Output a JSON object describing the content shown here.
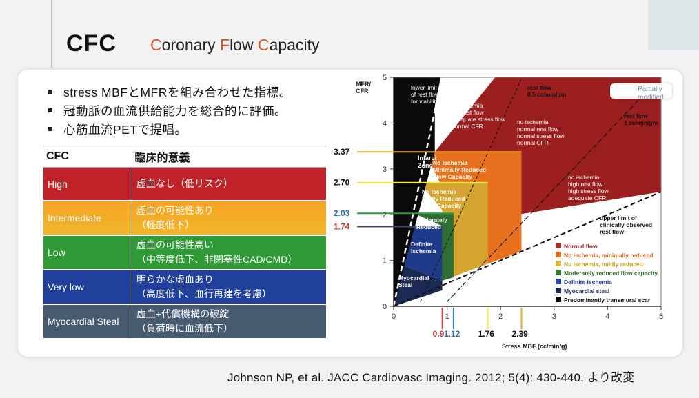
{
  "header": {
    "title": "CFC",
    "subtitle_parts": [
      {
        "lead": "C",
        "rest": "oronary "
      },
      {
        "lead": "F",
        "rest": "low "
      },
      {
        "lead": "C",
        "rest": "apacity"
      }
    ]
  },
  "bullets": [
    "stress MBFとMFRを組み合わせた指標。",
    "冠動脈の血流供給能力を総合的に評価。",
    "心筋血流PETで提唱。"
  ],
  "table": {
    "headers": [
      "CFC",
      "臨床的意義"
    ],
    "rows": [
      {
        "name": "High",
        "lines": [
          "虚血なし（低リスク）"
        ],
        "color": "#c0222a"
      },
      {
        "name": "Intermediate",
        "lines": [
          "虚血の可能性あり",
          "（軽度低下）"
        ],
        "color": "#f5a826"
      },
      {
        "name": "Low",
        "lines": [
          "虚血の可能性高い",
          "（中等度低下、非閉塞性CAD/CMD）"
        ],
        "color": "#2f9a36"
      },
      {
        "name": "Very low",
        "lines": [
          "明らかな虚血あり",
          "（高度低下、血行再建を考慮）"
        ],
        "color": "#21409b"
      },
      {
        "name": "Myocardial Steal",
        "lines": [
          "虚血+代償機構の破綻",
          "（負荷時に血流低下）"
        ],
        "color": "#465a70"
      }
    ]
  },
  "chart_data": {
    "type": "area",
    "ylabel_lines": [
      "MFR/",
      "CFR"
    ],
    "xlabel": "Stress MBF (cc/min/g)",
    "xlim": [
      0,
      5
    ],
    "ylim": [
      0,
      5
    ],
    "x_ticks": [
      "0",
      "1",
      "2",
      "3",
      "4",
      "5"
    ],
    "y_ticks": [
      "0",
      "1",
      "2",
      "3",
      "4",
      "5"
    ],
    "cutoffs": {
      "stress_mbf": [
        0.91,
        1.12,
        1.76,
        2.39
      ],
      "mfr": [
        1.74,
        2.03,
        2.7,
        3.37
      ],
      "stress_labels": [
        "0.91",
        "1.12",
        "1.76",
        "2.39"
      ],
      "mfr_labels": [
        "1.74",
        "2.03",
        "2.70",
        "3.37"
      ],
      "colors": [
        "#c0392b",
        "#2e6db4",
        "#111111",
        "#111111"
      ],
      "line_colors": [
        "#d9473a",
        "#2d7fcf",
        "#f4e83a",
        "#f7a42c"
      ],
      "mfr_label_colors": [
        "#c0392b",
        "#2e6db4",
        "#111111",
        "#111111"
      ],
      "mfr_line_colors": [
        "#3c4a63",
        "#2a9a40",
        "#f4e83a",
        "#f7a42c"
      ]
    },
    "zones": [
      {
        "label": "Normal flow",
        "color": "#9b1f1f"
      },
      {
        "label": "No ischemia, minimally reduced",
        "color": "#e8711f"
      },
      {
        "label": "No ischemia, mildly reduced",
        "color": "#d6a531"
      },
      {
        "label": "Moderately reduced flow capacity",
        "color": "#2f6f33"
      },
      {
        "label": "Definite ischemia",
        "color": "#1f3a8a"
      },
      {
        "label": "Myocardial steal",
        "color": "#1b2a55"
      },
      {
        "label": "Predominantly transmural scar",
        "color": "#0a0a0a"
      }
    ],
    "legend_colors": [
      "#b02a2a",
      "#e8711f",
      "#e0b53a",
      "#2f7a38",
      "#2544a8",
      "#1b2a55",
      "#000000"
    ],
    "legend_text_colors": [
      "#9b1f1f",
      "#d96a1e",
      "#c99a22",
      "#2f6f33",
      "#1f3a8a",
      "#1b2a55",
      "#0a0a0a"
    ],
    "annotations": {
      "scar": [
        "lower limit",
        "of rest flow",
        "for viability"
      ],
      "infarct": [
        "Infarct",
        "Zone"
      ],
      "normal_low_rest": [
        "no ischemia",
        "low rest flow",
        "adequate stress flow",
        "normal CFR"
      ],
      "rest05": [
        "rest flow",
        "0.5 cc/min/gm"
      ],
      "normal_normal": [
        "no ischemia",
        "normal rest flow",
        "normal stress flow",
        "normal CFR"
      ],
      "rest1": [
        "rest flow",
        "1 cc/min/gm"
      ],
      "normal_high": [
        "no ischemia",
        "high rest flow",
        "high stress flow",
        "adequate CFR"
      ],
      "upper_limit": [
        "upper limit of",
        "clinically observed",
        "rest flow"
      ],
      "zone_min": [
        "No Ischemia",
        "Minimally Reduced",
        "Flow Capacity"
      ],
      "zone_mild": [
        "No Ischemia",
        "Mildly Reduced",
        "Flow Capacity"
      ],
      "zone_mod": [
        "Moderately",
        "Reduced"
      ],
      "zone_def": [
        "Definite",
        "Ischemia"
      ],
      "zone_steal": [
        "Myocardial",
        "Steal"
      ]
    },
    "badge": "Partially modified"
  },
  "credit": "Johnson NP, et al. JACC Cardiovasc Imaging. 2012; 5(4): 430-440. より改変"
}
